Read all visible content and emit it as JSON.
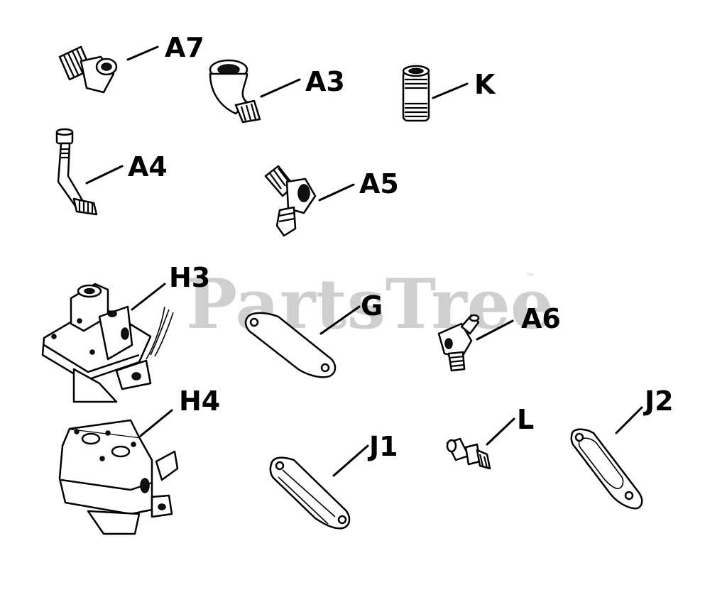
{
  "watermark": {
    "text": "PartsTree",
    "mark": "™"
  },
  "callouts": {
    "A7": "A7",
    "A3": "A3",
    "K": "K",
    "A4": "A4",
    "A5": "A5",
    "H3": "H3",
    "G": "G",
    "A6": "A6",
    "H4": "H4",
    "J1": "J1",
    "L": "L",
    "J2": "J2"
  }
}
